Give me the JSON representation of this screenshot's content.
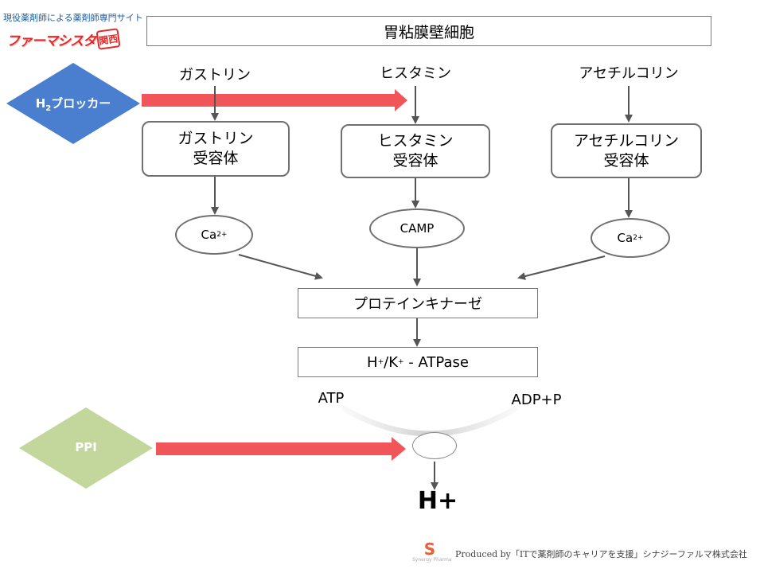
{
  "header": {
    "site_tagline": "現役薬剤師による薬剤師専門サイト",
    "logo_text": "ファーマシスタ",
    "logo_badge": "関西"
  },
  "title": "胃粘膜壁細胞",
  "agonists": {
    "gastrin": "ガストリン",
    "histamine": "ヒスタミン",
    "acetylcholine": "アセチルコリン"
  },
  "receptors": {
    "gastrin": [
      "ガストリン",
      "受容体"
    ],
    "histamine": [
      "ヒスタミン",
      "受容体"
    ],
    "acetylcholine": [
      "アセチルコリン",
      "受容体"
    ]
  },
  "messengers": {
    "left": {
      "base": "Ca",
      "sup": "2+"
    },
    "center": "CAMP",
    "right": {
      "base": "Ca",
      "sup": "2+"
    }
  },
  "kinase": "プロテインキナーゼ",
  "pump": {
    "h": "H",
    "h_sup": "+",
    "k": "/K",
    "k_sup": "+",
    "rest": " - ATPase"
  },
  "atp": "ATP",
  "adp": "ADP+P",
  "product": "H+",
  "drugs": {
    "h2_blocker": {
      "pre": "H",
      "sub": "2",
      "post": "ブロッカー",
      "color": "#4a7fd0"
    },
    "ppi": {
      "label": "PPI",
      "color": "#c3d69b"
    }
  },
  "colors": {
    "inhibit_arrow": "#f0555a",
    "flow_arrow": "#555555",
    "box_border": "#707070"
  },
  "footer": {
    "credit": "Produced by「ITで薬剤師のキャリアを支援」シナジーファルマ株式会社",
    "logo_letter": "S",
    "logo_caption": "Synergy Pharma"
  }
}
